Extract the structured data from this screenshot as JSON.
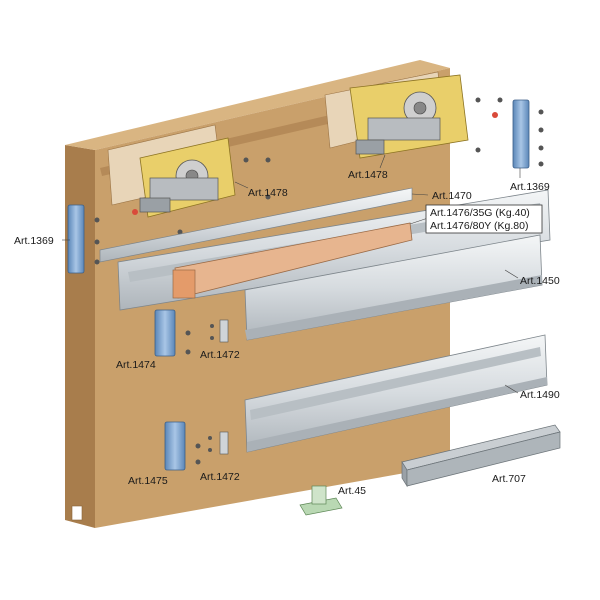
{
  "labels": {
    "art_1369_left": "Art.1369",
    "art_1369_right": "Art.1369",
    "art_1478_left": "Art.1478",
    "art_1478_right": "Art.1478",
    "art_1470": "Art.1470",
    "art_1476_35g": "Art.1476/35G (Kg.40)",
    "art_1476_80y": "Art.1476/80Y (Kg.80)",
    "art_1450": "Art.1450",
    "art_1474": "Art.1474",
    "art_1472_top": "Art.1472",
    "art_1490": "Art.1490",
    "art_1475": "Art.1475",
    "art_1472_bottom": "Art.1472",
    "art_45": "Art.45",
    "art_707": "Art.707"
  },
  "colors": {
    "wood_face": "#c9a06b",
    "wood_side": "#a87d4c",
    "wood_top": "#d9b582",
    "aluminium": "#dfe3e6",
    "aluminium_dark": "#a9b0b6",
    "brass": "#e9cf6a",
    "damper": "#e7b58f",
    "bracket_blue": "#7fa6d1",
    "stopper_green": "#b9d8b3"
  }
}
